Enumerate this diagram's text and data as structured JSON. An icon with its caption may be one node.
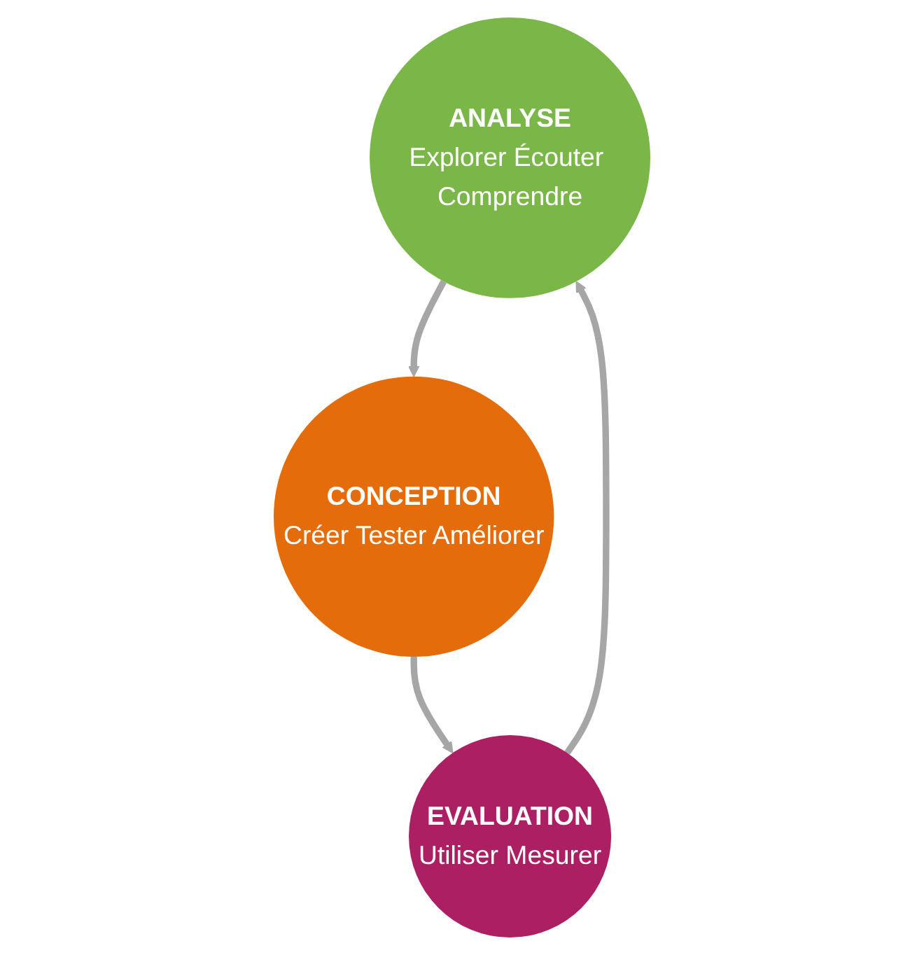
{
  "diagram": {
    "nodes": [
      {
        "text": [
          "ANALYSE",
          "Explorer Écouter Comprendre"
        ]
      },
      {
        "text": [
          "EVALUATION",
          "Utiliser Mesurer"
        ]
      },
      {
        "text": [
          "CONCEPTION",
          "Créer Tester Améliorer"
        ]
      }
    ],
    "edges": [
      {
        "from": 0,
        "to": 2,
        "arrow": "to"
      },
      {
        "from": 2,
        "to": 1,
        "arrow": "to"
      },
      {
        "from": 1,
        "to": 0,
        "arrow": "to"
      }
    ]
  }
}
